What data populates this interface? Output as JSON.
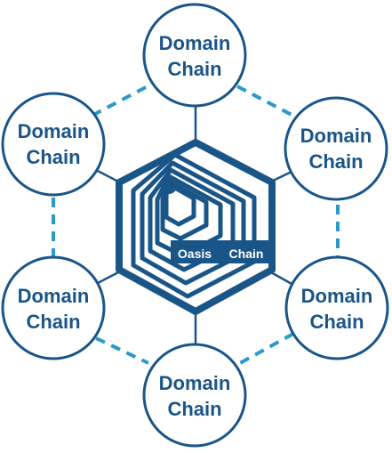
{
  "colors": {
    "primary": "#1a5588",
    "accent": "#2a9ac8",
    "background": "#ffffff"
  },
  "core": {
    "label_part1": "Oasis",
    "label_part2": "Chain"
  },
  "nodes": [
    {
      "line1": "Domain",
      "line2": "Chain"
    },
    {
      "line1": "Domain",
      "line2": "Chain"
    },
    {
      "line1": "Domain",
      "line2": "Chain"
    },
    {
      "line1": "Domain",
      "line2": "Chain"
    },
    {
      "line1": "Domain",
      "line2": "Chain"
    },
    {
      "line1": "Domain",
      "line2": "Chain"
    }
  ]
}
